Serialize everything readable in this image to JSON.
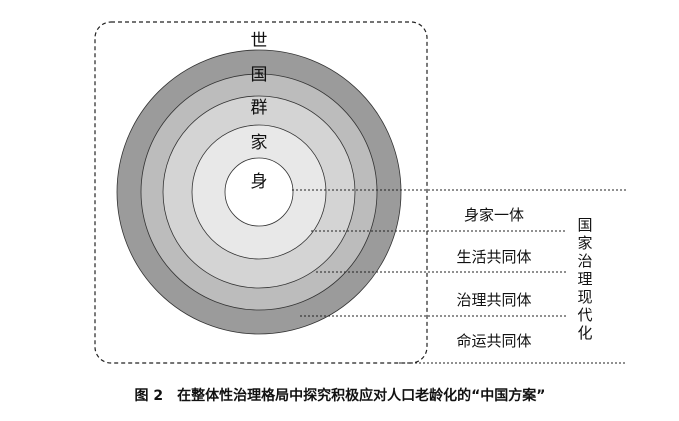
{
  "rings": {
    "outer": "世",
    "ring2": "国",
    "ring3": "群",
    "ring4": "家",
    "core": "身"
  },
  "communities": [
    "身家一体",
    "生活共同体",
    "治理共同体",
    "命运共同体"
  ],
  "vertical_label": [
    "国",
    "家",
    "治",
    "理",
    "现",
    "代",
    "化"
  ],
  "caption": "图 2　在整体性治理格局中探究积极应对人口老龄化的“中国方案”",
  "colors": {
    "ring_outer": "#9b9b9b",
    "ring_2": "#bcbcbc",
    "ring_3": "#d4d4d4",
    "ring_4": "#e8e8e8",
    "core": "#ffffff",
    "line": "#222222"
  }
}
